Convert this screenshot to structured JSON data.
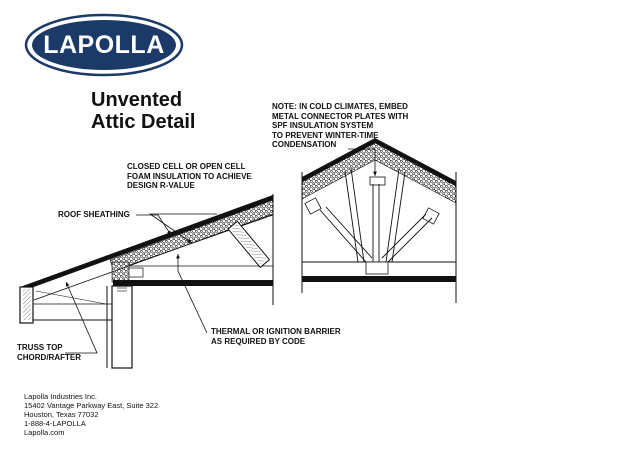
{
  "logo": {
    "text": "LAPOLLA",
    "color": "#1b3a68"
  },
  "title": {
    "line1": "Unvented",
    "line2": "Attic Detail"
  },
  "notes": {
    "cold_climate": [
      "NOTE: IN COLD CLIMATES, EMBED",
      "METAL CONNECTOR PLATES WITH",
      "SPF INSULATION SYSTEM",
      "TO PREVENT WINTER-TIME",
      "CONDENSATION"
    ],
    "foam": [
      "CLOSED CELL OR OPEN CELL",
      "FOAM INSULATION TO ACHIEVE",
      "DESIGN R-VALUE"
    ],
    "sheathing": [
      "ROOF SHEATHING"
    ],
    "barrier": [
      "THERMAL OR IGNITION BARRIER",
      "AS REQUIRED BY CODE"
    ],
    "truss": [
      "TRUSS TOP",
      "CHORD/RAFTER"
    ]
  },
  "address": [
    "Lapolla Industries Inc.",
    "15402 Vantage Parkway East, Suite 322",
    "Houston, Texas  77032",
    "1-888-4-LAPOLLA",
    "Lapolla.com"
  ]
}
